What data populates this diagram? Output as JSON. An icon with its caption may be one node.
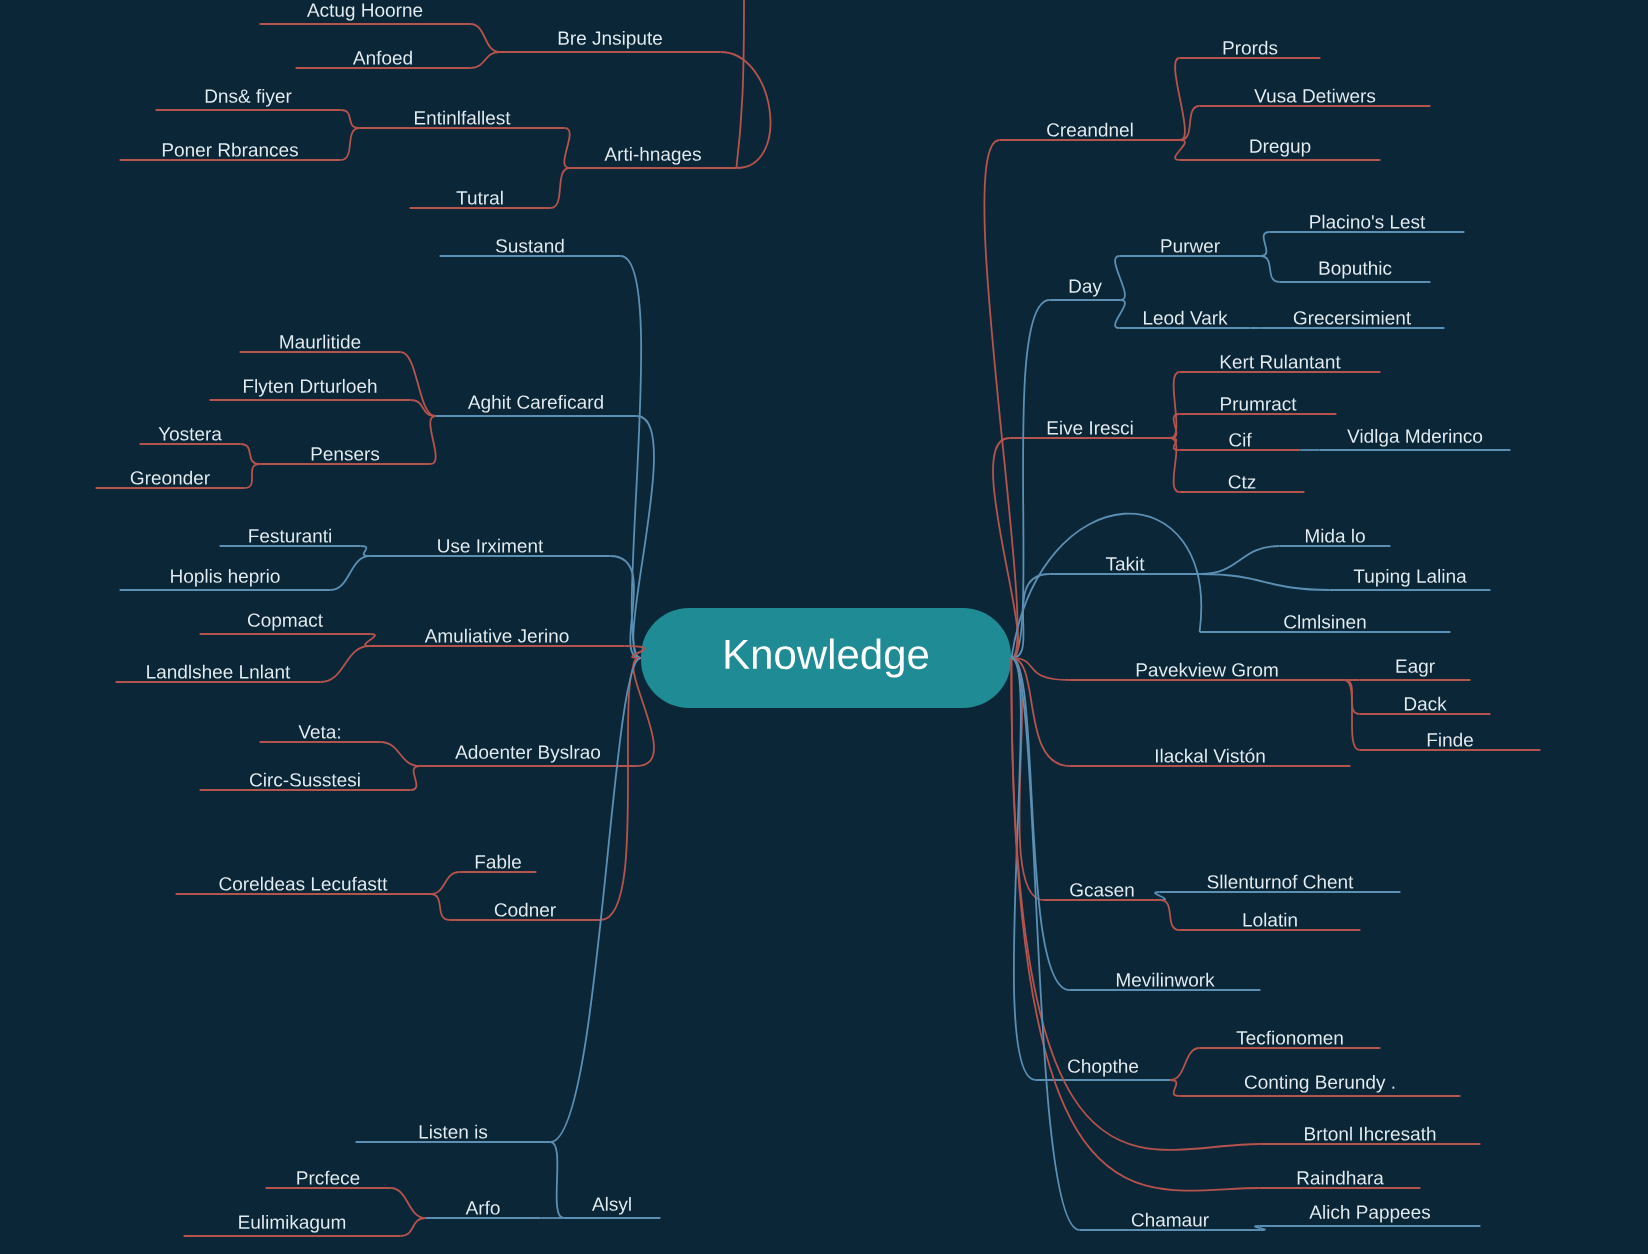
{
  "diagram": {
    "nodes": [
      {
        "text": [
          "Knowledge"
        ]
      },
      {
        "text": [
          "Actug Hoorne"
        ]
      },
      {
        "text": [
          "Anfoed"
        ]
      },
      {
        "text": [
          "Bre Jnsipute"
        ]
      },
      {
        "text": [
          "Dns& fiyer"
        ]
      },
      {
        "text": [
          "Poner Rbrances"
        ]
      },
      {
        "text": [
          "Entinlfallest"
        ]
      },
      {
        "text": [
          "Arti-hnages"
        ]
      },
      {
        "text": [
          "Tutral"
        ]
      },
      {
        "text": [
          "Sustand"
        ]
      },
      {
        "text": [
          "Maurlitide"
        ]
      },
      {
        "text": [
          "Flyten Drturloeh"
        ]
      },
      {
        "text": [
          "Aghit Careficard"
        ]
      },
      {
        "text": [
          "Yostera"
        ]
      },
      {
        "text": [
          "Greonder"
        ]
      },
      {
        "text": [
          "Pensers"
        ]
      },
      {
        "text": [
          "Festuranti"
        ]
      },
      {
        "text": [
          "Hoplis heprio"
        ]
      },
      {
        "text": [
          "Use Irximent"
        ]
      },
      {
        "text": [
          "Copmact"
        ]
      },
      {
        "text": [
          "Landlshee Lnlant"
        ]
      },
      {
        "text": [
          "Amuliative Jerino"
        ]
      },
      {
        "text": [
          "Veta:"
        ]
      },
      {
        "text": [
          "Circ-Susstesi"
        ]
      },
      {
        "text": [
          "Adoenter Byslrao"
        ]
      },
      {
        "text": [
          "Fable"
        ]
      },
      {
        "text": [
          "Coreldeas Lecufastt"
        ]
      },
      {
        "text": [
          "Codner"
        ]
      },
      {
        "text": [
          "Listen is"
        ]
      },
      {
        "text": [
          "Prcfece"
        ]
      },
      {
        "text": [
          "Eulimikagum"
        ]
      },
      {
        "text": [
          "Arfo"
        ]
      },
      {
        "text": [
          "Alsyl"
        ]
      },
      {
        "text": [
          "Creandnel"
        ]
      },
      {
        "text": [
          "Prords"
        ]
      },
      {
        "text": [
          "Vusa Detiwers"
        ]
      },
      {
        "text": [
          "Dregup"
        ]
      },
      {
        "text": [
          "Day"
        ]
      },
      {
        "text": [
          "Purwer"
        ]
      },
      {
        "text": [
          "Placino's Lest"
        ]
      },
      {
        "text": [
          "Boputhic"
        ]
      },
      {
        "text": [
          "Leod Vark"
        ]
      },
      {
        "text": [
          "Grecersimient"
        ]
      },
      {
        "text": [
          "Eive Iresci"
        ]
      },
      {
        "text": [
          "Kert Rulantant"
        ]
      },
      {
        "text": [
          "Prumract"
        ]
      },
      {
        "text": [
          "Cif"
        ]
      },
      {
        "text": [
          "Vidlga Mderinco"
        ]
      },
      {
        "text": [
          "Ctz"
        ]
      },
      {
        "text": [
          "Takit"
        ]
      },
      {
        "text": [
          "Mida lo"
        ]
      },
      {
        "text": [
          "Tuping Lalina"
        ]
      },
      {
        "text": [
          "Clmlsinen"
        ]
      },
      {
        "text": [
          "Pavekview Grom"
        ]
      },
      {
        "text": [
          "Eagr"
        ]
      },
      {
        "text": [
          "Dack"
        ]
      },
      {
        "text": [
          "Finde"
        ]
      },
      {
        "text": [
          "Ilackal Vistón"
        ]
      },
      {
        "text": [
          "Gcasen"
        ]
      },
      {
        "text": [
          "Sllenturnof Chent"
        ]
      },
      {
        "text": [
          "Lolatin"
        ]
      },
      {
        "text": [
          "Mevilinwork"
        ]
      },
      {
        "text": [
          "Chopthe"
        ]
      },
      {
        "text": [
          "Tecfionomen"
        ]
      },
      {
        "text": [
          "Conting Berundy ."
        ]
      },
      {
        "text": [
          "Brtonl Ihcresath"
        ]
      },
      {
        "text": [
          "Raindhara"
        ]
      },
      {
        "text": [
          "Chamaur"
        ]
      },
      {
        "text": [
          "Alich Pappees"
        ]
      }
    ],
    "edges": [
      {
        "from": 0,
        "to": 9,
        "arrow": "none",
        "color": "#5b8fb3"
      },
      {
        "from": 0,
        "to": 12,
        "arrow": "none",
        "color": "#5b8fb3"
      },
      {
        "from": 0,
        "to": 18,
        "arrow": "none",
        "color": "#5b8fb3"
      },
      {
        "from": 0,
        "to": 21,
        "arrow": "none"
      },
      {
        "from": 0,
        "to": 24,
        "arrow": "none"
      },
      {
        "from": 0,
        "to": 27,
        "arrow": "none"
      },
      {
        "from": 0,
        "to": 28,
        "arrow": "none",
        "color": "#5b8fb3"
      },
      {
        "from": 12,
        "to": 10,
        "arrow": "none"
      },
      {
        "from": 12,
        "to": 11,
        "arrow": "none"
      },
      {
        "from": 12,
        "to": 15,
        "arrow": "none"
      },
      {
        "from": 15,
        "to": 13,
        "arrow": "none"
      },
      {
        "from": 15,
        "to": 14,
        "arrow": "none"
      },
      {
        "from": 18,
        "to": 16,
        "arrow": "none",
        "color": "#5b8fb3"
      },
      {
        "from": 18,
        "to": 17,
        "arrow": "none",
        "color": "#5b8fb3"
      },
      {
        "from": 21,
        "to": 19,
        "arrow": "none"
      },
      {
        "from": 21,
        "to": 20,
        "arrow": "none"
      },
      {
        "from": 24,
        "to": 22,
        "arrow": "none"
      },
      {
        "from": 24,
        "to": 23,
        "arrow": "none"
      },
      {
        "from": 27,
        "to": 26,
        "arrow": "none"
      },
      {
        "from": 26,
        "to": 25,
        "arrow": "none"
      },
      {
        "from": 28,
        "to": 32,
        "arrow": "none",
        "color": "#5b8fb3"
      },
      {
        "from": 32,
        "to": 31,
        "arrow": "none",
        "color": "#5b8fb3"
      },
      {
        "from": 31,
        "to": 29,
        "arrow": "none"
      },
      {
        "from": 31,
        "to": 30,
        "arrow": "none"
      },
      {
        "from": 3,
        "to": 1,
        "arrow": "none"
      },
      {
        "from": 3,
        "to": 2,
        "arrow": "none"
      },
      {
        "from": 3,
        "to": 7,
        "arrow": "none"
      },
      {
        "from": null,
        "to": 7,
        "arrow": "none"
      },
      {
        "from": 7,
        "to": 6,
        "arrow": "none"
      },
      {
        "from": 7,
        "to": 8,
        "arrow": "none"
      },
      {
        "from": 6,
        "to": 4,
        "arrow": "none"
      },
      {
        "from": 6,
        "to": 5,
        "arrow": "none"
      },
      {
        "from": 0,
        "to": 33,
        "arrow": "none"
      },
      {
        "from": 33,
        "to": 34,
        "arrow": "none"
      },
      {
        "from": 33,
        "to": 35,
        "arrow": "none"
      },
      {
        "from": 33,
        "to": 36,
        "arrow": "none"
      },
      {
        "from": 0,
        "to": 37,
        "arrow": "none",
        "color": "#5b8fb3"
      },
      {
        "from": 37,
        "to": 38,
        "arrow": "none",
        "color": "#5b8fb3"
      },
      {
        "from": 37,
        "to": 41,
        "arrow": "none",
        "color": "#5b8fb3"
      },
      {
        "from": 38,
        "to": 39,
        "arrow": "none",
        "color": "#5b8fb3"
      },
      {
        "from": 38,
        "to": 40,
        "arrow": "none",
        "color": "#5b8fb3"
      },
      {
        "from": 41,
        "to": 42,
        "arrow": "none",
        "color": "#5b8fb3"
      },
      {
        "from": 0,
        "to": 43,
        "arrow": "none"
      },
      {
        "from": 43,
        "to": 44,
        "arrow": "none"
      },
      {
        "from": 43,
        "to": 45,
        "arrow": "none"
      },
      {
        "from": 43,
        "to": 46,
        "arrow": "none"
      },
      {
        "from": 43,
        "to": 48,
        "arrow": "none"
      },
      {
        "from": 46,
        "to": 47,
        "arrow": "none",
        "color": "#5b8fb3"
      },
      {
        "from": 0,
        "to": 49,
        "arrow": "none",
        "color": "#5b8fb3"
      },
      {
        "from": 49,
        "to": 50,
        "arrow": "none",
        "color": "#5b8fb3"
      },
      {
        "from": 49,
        "to": 51,
        "arrow": "none",
        "color": "#5b8fb3"
      },
      {
        "from": 0,
        "to": 52,
        "arrow": "none",
        "color": "#5b8fb3"
      },
      {
        "from": 0,
        "to": 53,
        "arrow": "none"
      },
      {
        "from": 53,
        "to": 54,
        "arrow": "none"
      },
      {
        "from": 53,
        "to": 55,
        "arrow": "none"
      },
      {
        "from": 53,
        "to": 56,
        "arrow": "none"
      },
      {
        "from": 0,
        "to": 57,
        "arrow": "none"
      },
      {
        "from": 0,
        "to": 58,
        "arrow": "none"
      },
      {
        "from": 58,
        "to": 59,
        "arrow": "none",
        "color": "#5b8fb3"
      },
      {
        "from": 58,
        "to": 60,
        "arrow": "none"
      },
      {
        "from": 0,
        "to": 61,
        "arrow": "none",
        "color": "#5b8fb3"
      },
      {
        "from": 0,
        "to": 62,
        "arrow": "none",
        "color": "#5b8fb3"
      },
      {
        "from": 62,
        "to": 63,
        "arrow": "none"
      },
      {
        "from": 62,
        "to": 64,
        "arrow": "none"
      },
      {
        "from": 0,
        "to": 65,
        "arrow": "none"
      },
      {
        "from": 0,
        "to": 66,
        "arrow": "none"
      },
      {
        "from": 0,
        "to": 67,
        "arrow": "none",
        "color": "#5b8fb3"
      },
      {
        "from": 67,
        "to": 68,
        "arrow": "none",
        "color": "#5b8fb3"
      }
    ]
  }
}
